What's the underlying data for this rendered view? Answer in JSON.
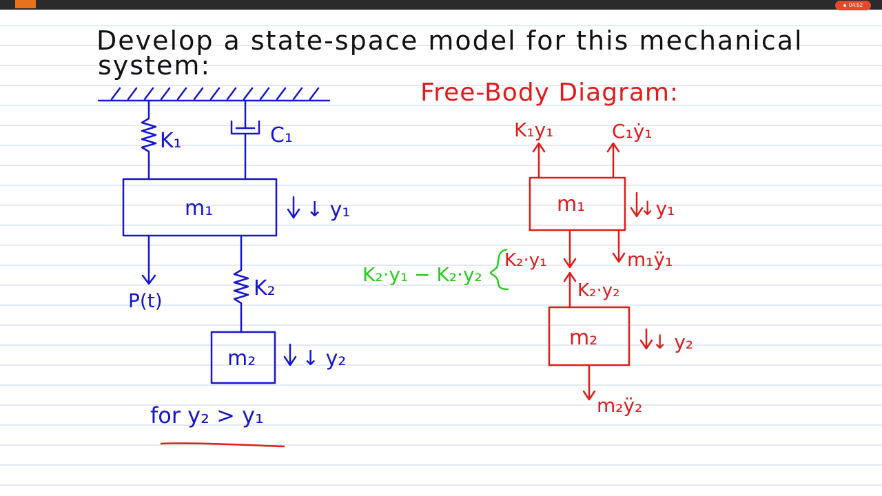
{
  "timer": "04:52",
  "colors": {
    "rule": "#c9d3e6",
    "black": "#111111",
    "blue": "#1515d0",
    "red": "#e01b1b",
    "green": "#26cc1a",
    "topbar": "#2b2b2b",
    "accent": "#e8711b"
  },
  "title": {
    "line1": "Develop a state-space model for this mechanical",
    "line2": "system:"
  },
  "left_diagram": {
    "k1": "K₁",
    "c1": "C₁",
    "m1": "m₁",
    "y1": "↓ y₁",
    "force": "P(t)",
    "k2": "K₂",
    "m2": "m₂",
    "y2": "↓ y₂",
    "condition": "for y₂ > y₁"
  },
  "fbd": {
    "heading": "Free-Body Diagram:",
    "k1y1": "K₁y₁",
    "c1y1dot": "C₁ẏ₁",
    "m1": "m₁",
    "y1": "↓y₁",
    "k2y1": "K₂·y₁",
    "m1y1ddot": "m₁ÿ₁",
    "k2y2": "K₂·y₂",
    "m2": "m₂",
    "y2": "↓ y₂",
    "m2y2ddot": "m₂ÿ₂",
    "net_spring_force": "K₂·y₁ − K₂·y₂"
  }
}
